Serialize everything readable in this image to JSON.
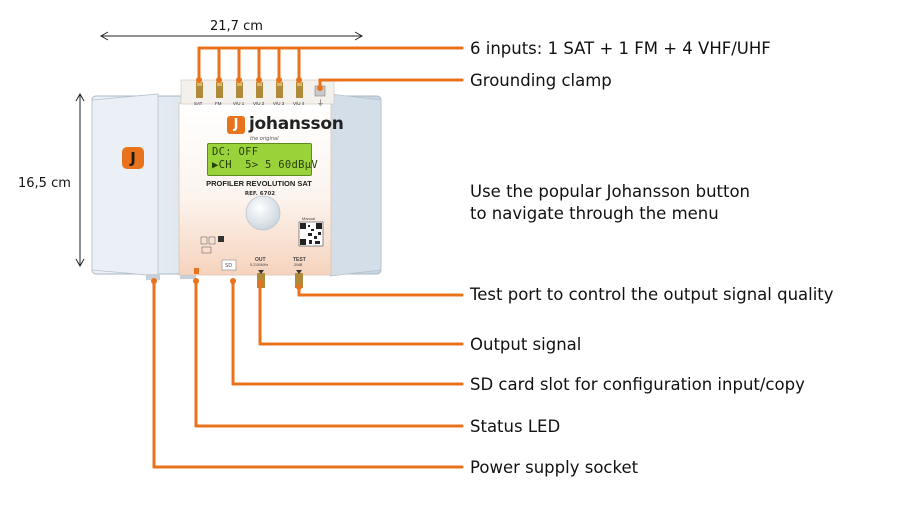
{
  "dimensions": {
    "width_label": "21,7 cm",
    "height_label": "16,5 cm"
  },
  "device": {
    "brand_mark": "J",
    "brand": "johansson",
    "brand_tagline": "the original",
    "side_logo": "J",
    "lcd": {
      "line1": "DC: OFF",
      "line2": "▶CH  5> 5 60dBµV"
    },
    "model": "PROFILER REVOLUTION SAT",
    "ref": "REF. 6702",
    "manual_label": "Manual",
    "port_labels": [
      "SAT",
      "FM",
      "V/U 1",
      "V/U 2",
      "V/U 3",
      "V/U 4"
    ],
    "ground_label": "⏚",
    "sd_label": "SD",
    "out_label": "OUT",
    "out_sub": "5-2150MHz",
    "test_label": "TEST",
    "test_sub": "-30dB"
  },
  "callouts": [
    {
      "id": "inputs",
      "text": "6 inputs: 1 SAT + 1 FM + 4 VHF/UHF"
    },
    {
      "id": "grounding",
      "text": "Grounding clamp"
    },
    {
      "id": "button_line1",
      "text": "Use the popular Johansson button"
    },
    {
      "id": "button_line2",
      "text": "to navigate through the menu"
    },
    {
      "id": "test_port",
      "text": "Test port to control the output signal quality"
    },
    {
      "id": "output",
      "text": "Output signal"
    },
    {
      "id": "sd_slot",
      "text": "SD card slot for configuration input/copy"
    },
    {
      "id": "status_led",
      "text": "Status LED"
    },
    {
      "id": "power",
      "text": "Power supply socket"
    }
  ],
  "colors": {
    "callout_line": "#e8731c",
    "device_body": "#dde6ef",
    "front_panel": "#fbf3ec",
    "lcd": "#9ad23a"
  }
}
